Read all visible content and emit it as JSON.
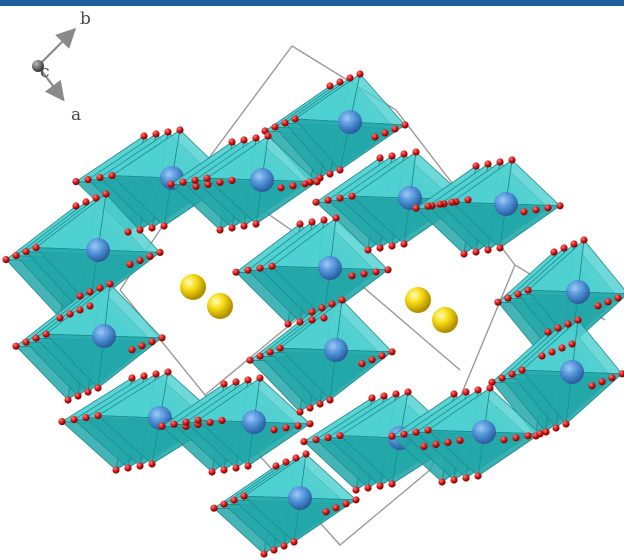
{
  "header": {
    "bar_color": "#1f5f9e"
  },
  "axes": {
    "b_label": "b",
    "c_label": "c",
    "a_label": "a",
    "arrow_color": "#8a8a8a"
  },
  "colors": {
    "polyhedron_face": "#4fd0d0",
    "polyhedron_dark": "#23a7a9",
    "polyhedron_edge": "#1c8c8e",
    "central_atom": "#4f86d8",
    "oxygen_atom": "#cc1111",
    "cation_atom": "#f2d000",
    "unit_cell_line": "#9a9a9a"
  },
  "icons": {
    "orientation": "axis-triad-icon",
    "oxygen": "oxygen-atom-icon",
    "cation": "cation-atom-icon",
    "polyhedron": "octahedron-icon"
  }
}
